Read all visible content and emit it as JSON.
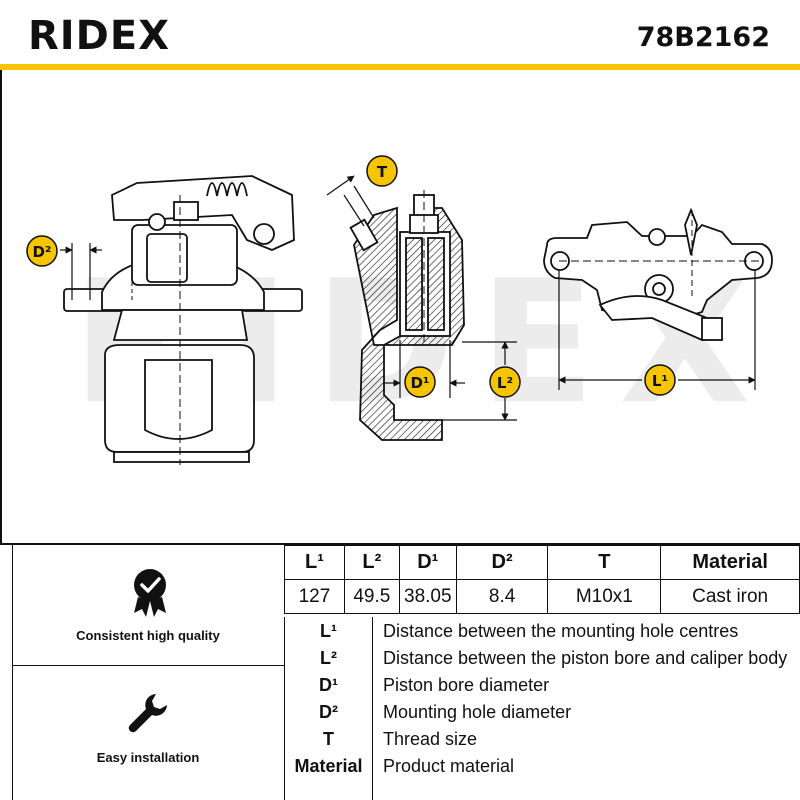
{
  "header": {
    "brand": "RIDEX",
    "part_number": "78B2162",
    "accent_color": "#f6c500"
  },
  "drawing": {
    "watermark": "RIDEX",
    "labels": {
      "t": "T",
      "d1": "D¹",
      "d2": "D²",
      "l1": "L¹",
      "l2": "L²"
    }
  },
  "features": [
    {
      "icon": "quality-badge-icon",
      "label": "Consistent high quality"
    },
    {
      "icon": "wrench-icon",
      "label": "Easy installation"
    }
  ],
  "spec_table": {
    "headers": [
      "L¹",
      "L²",
      "D¹",
      "D²",
      "T",
      "Material"
    ],
    "values": [
      "127",
      "49.5",
      "38.05",
      "8.4",
      "M10x1",
      "Cast iron"
    ]
  },
  "legend": [
    {
      "key": "L¹",
      "desc": "Distance between the mounting hole centres"
    },
    {
      "key": "L²",
      "desc": "Distance between the piston bore and caliper body"
    },
    {
      "key": "D¹",
      "desc": "Piston bore diameter"
    },
    {
      "key": "D²",
      "desc": "Mounting hole diameter"
    },
    {
      "key": "T",
      "desc": "Thread size"
    },
    {
      "key": "Material",
      "desc": "Product material"
    }
  ]
}
